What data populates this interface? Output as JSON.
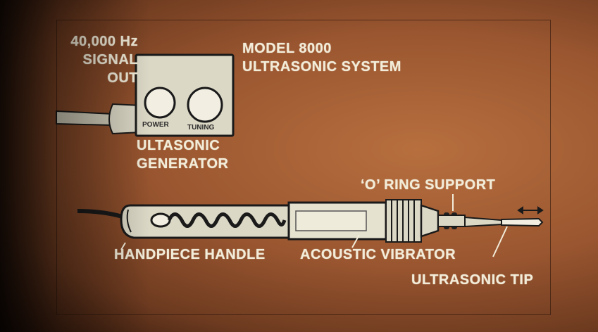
{
  "labels": {
    "signal_hz": "40,000 Hz",
    "signal_word": "SIGNAL",
    "signal_out": "OUT",
    "model_line1": "MODEL 8000",
    "model_line2": "ULTRASONIC SYSTEM",
    "power": "POWER",
    "tuning": "TUNING",
    "generator_line1": "ULTASONIC",
    "generator_line2": "GENERATOR",
    "o_ring": "‘O’ RING SUPPORT",
    "handle": "HANDPIECE HANDLE",
    "vibrator": "ACOUSTIC VIBRATOR",
    "tip": "ULTRASONIC TIP"
  },
  "colors": {
    "background": "#9a5630",
    "drawing_fill": "#dcd8c6",
    "outline": "#1a1a1a",
    "label_text": "#f2ecd9"
  },
  "icons": {
    "tip_motion": "double-arrow-icon"
  }
}
